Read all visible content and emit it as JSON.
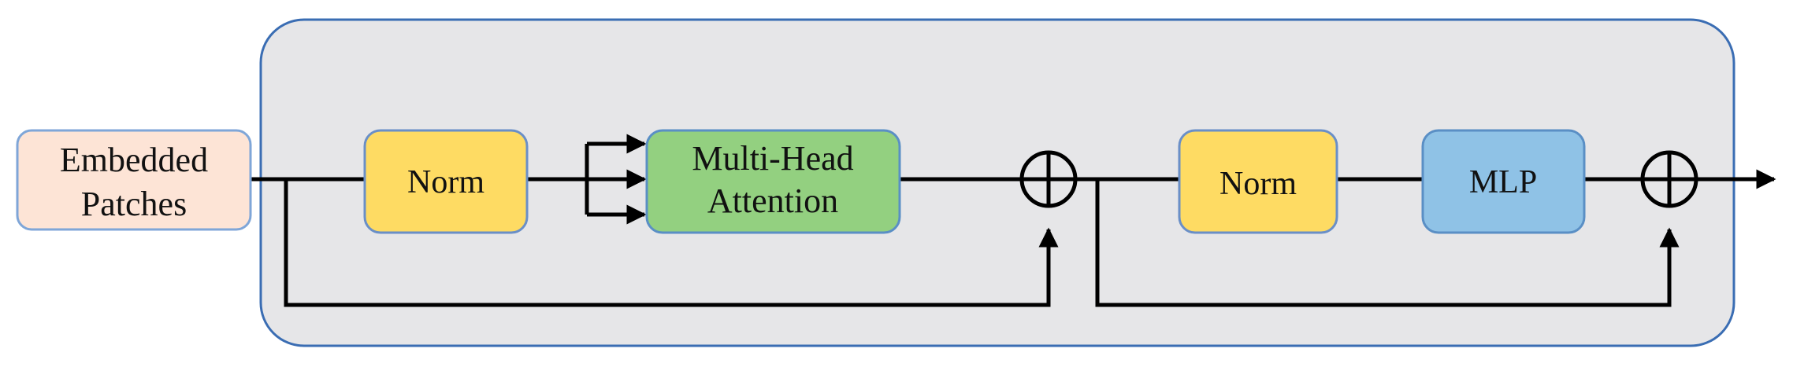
{
  "diagram": {
    "input_label_line1": "Embedded",
    "input_label_line2": "Patches",
    "norm1_label": "Norm",
    "attention_label_line1": "Multi-Head",
    "attention_label_line2": "Attention",
    "norm2_label": "Norm",
    "mlp_label": "MLP",
    "add_symbol": "⊕"
  },
  "colors": {
    "container_fill": "#e6e6e8",
    "container_stroke": "#3a6db3",
    "input_fill": "#fde4d6",
    "input_stroke": "#7fa6d8",
    "norm_fill": "#fedb63",
    "norm_stroke": "#6a8fc7",
    "attention_fill": "#93d080",
    "attention_stroke": "#5a8fc5",
    "mlp_fill": "#8fc2e6",
    "mlp_stroke": "#5a8fc5",
    "line": "#000000"
  },
  "icons": {
    "add": "circle-plus-icon",
    "arrowhead": "arrowhead-icon"
  }
}
